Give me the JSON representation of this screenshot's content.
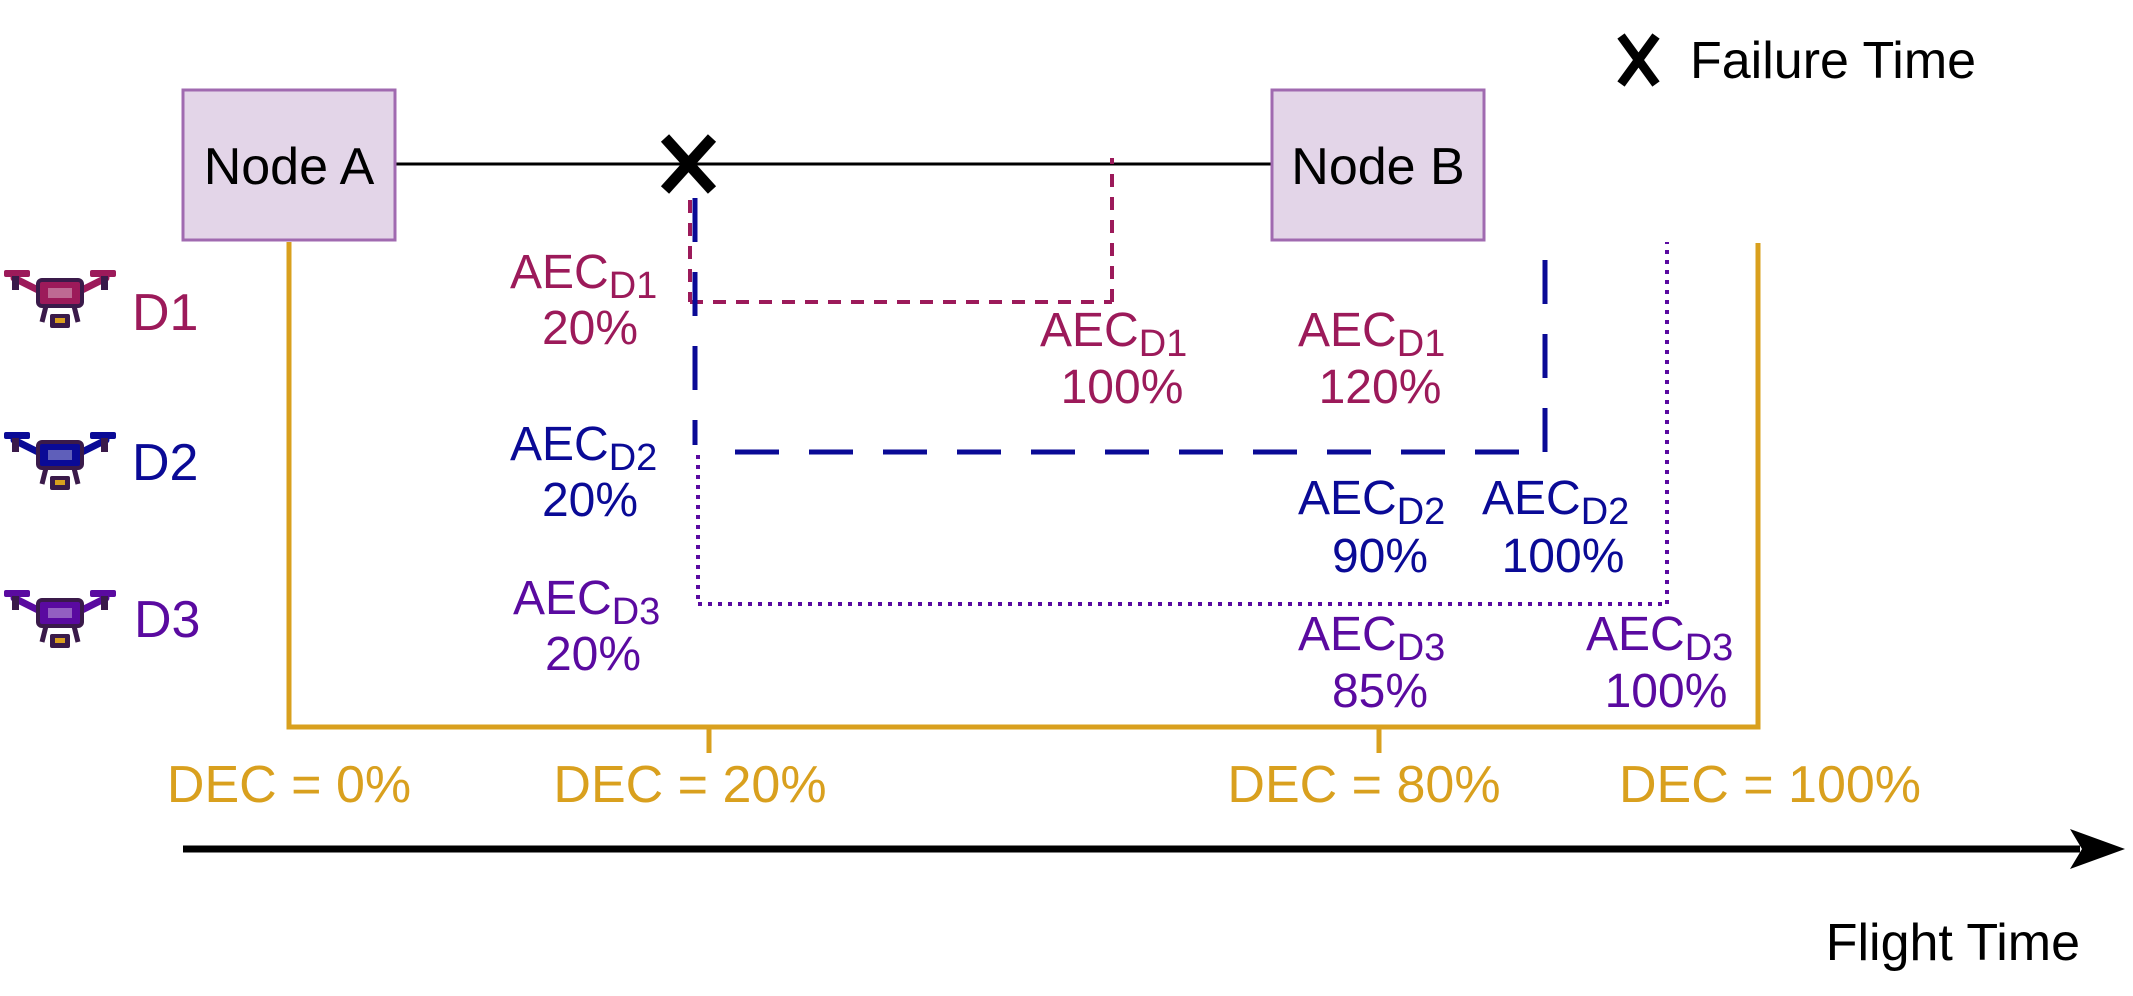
{
  "colors": {
    "d1": "#9c1a5a",
    "d2": "#0a0a96",
    "d3": "#5a0aa0",
    "dec": "#d9a01e",
    "node_fill": "#e3d5e8",
    "node_border": "#a06ab0",
    "black": "#000000"
  },
  "legend": {
    "icon": "cross-icon",
    "label": "Failure Time"
  },
  "nodes": {
    "a": "Node A",
    "b": "Node B"
  },
  "drones": [
    {
      "label": "D1",
      "icon": "drone-icon"
    },
    {
      "label": "D2",
      "icon": "drone-icon"
    },
    {
      "label": "D3",
      "icon": "drone-icon"
    }
  ],
  "aec_prefix": "AEC",
  "aec_labels": [
    {
      "sub": "D1",
      "value": "20%"
    },
    {
      "sub": "D2",
      "value": "20%"
    },
    {
      "sub": "D3",
      "value": "20%"
    },
    {
      "sub": "D1",
      "value": "100%"
    },
    {
      "sub": "D1",
      "value": "120%"
    },
    {
      "sub": "D2",
      "value": "90%"
    },
    {
      "sub": "D2",
      "value": "100%"
    },
    {
      "sub": "D3",
      "value": "85%"
    },
    {
      "sub": "D3",
      "value": "100%"
    }
  ],
  "dec_labels": [
    "DEC = 0%",
    "DEC = 20%",
    "DEC = 80%",
    "DEC = 100%"
  ],
  "axis_label": "Flight Time"
}
